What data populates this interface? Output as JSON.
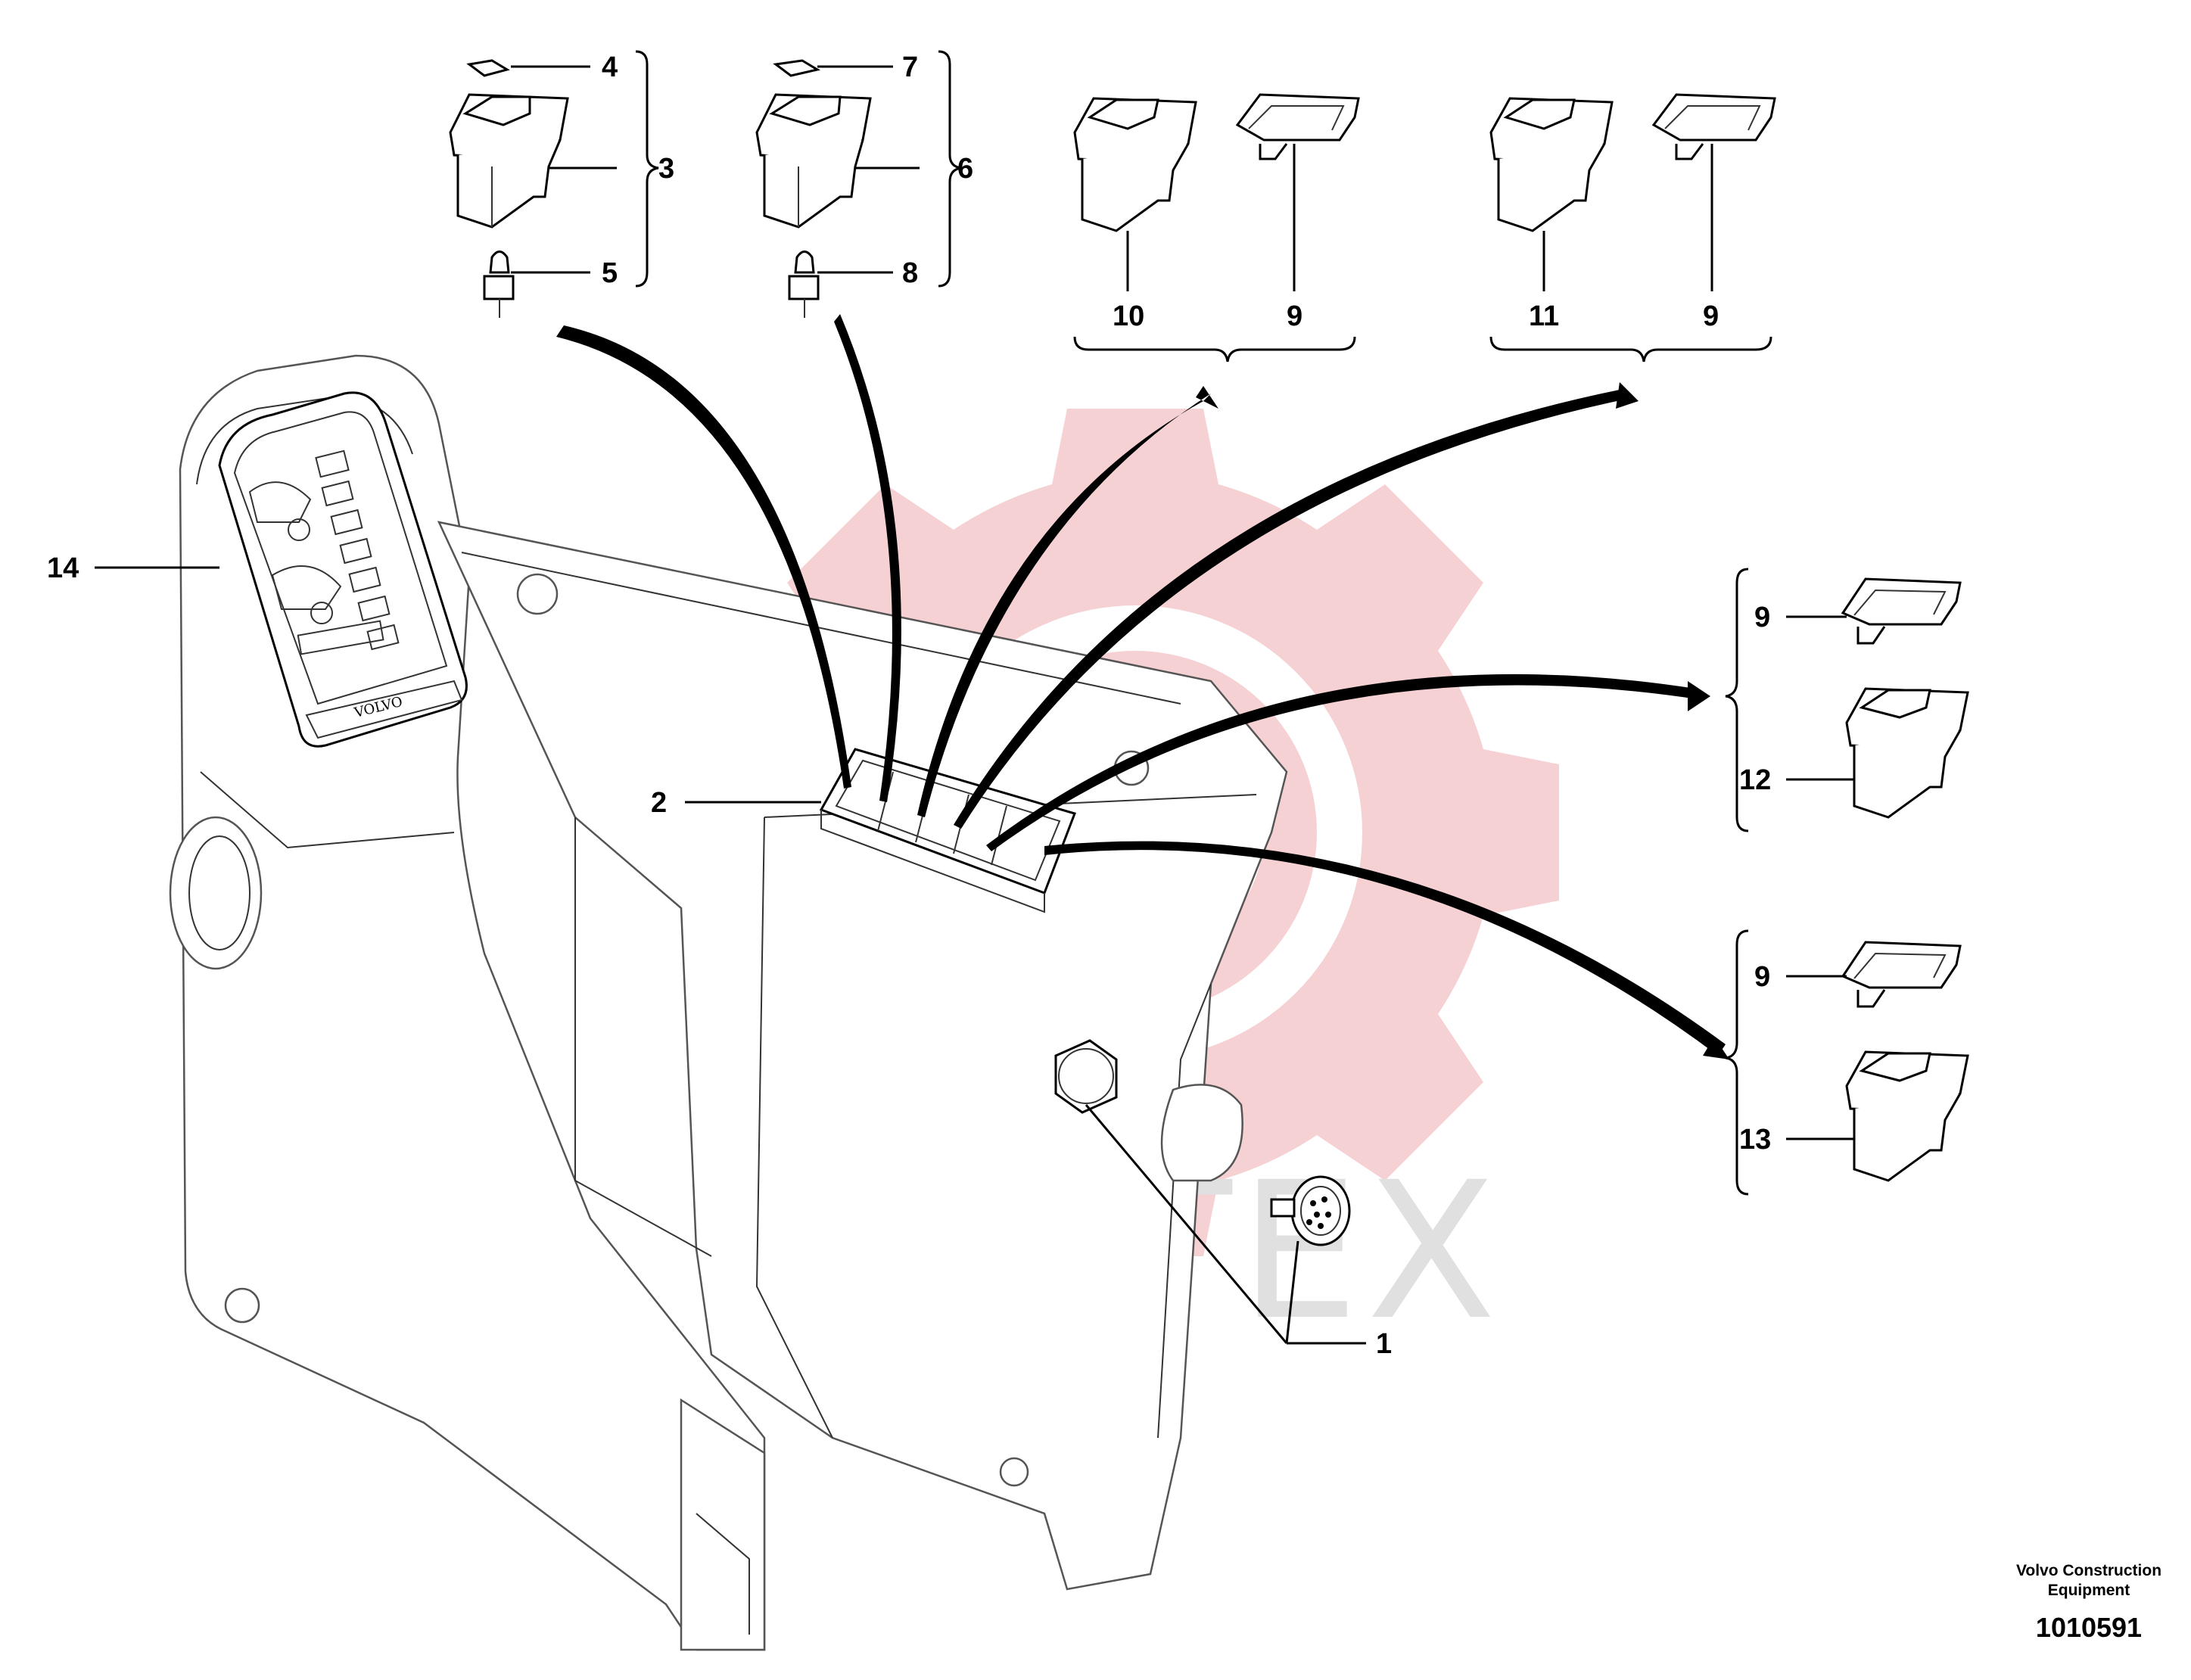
{
  "diagram": {
    "callouts": [
      {
        "id": "1",
        "text": "1"
      },
      {
        "id": "2",
        "text": "2"
      },
      {
        "id": "3",
        "text": "3"
      },
      {
        "id": "4",
        "text": "4"
      },
      {
        "id": "5",
        "text": "5"
      },
      {
        "id": "6",
        "text": "6"
      },
      {
        "id": "7",
        "text": "7"
      },
      {
        "id": "8",
        "text": "8"
      },
      {
        "id": "9a",
        "text": "9"
      },
      {
        "id": "9b",
        "text": "9"
      },
      {
        "id": "9c",
        "text": "9"
      },
      {
        "id": "9d",
        "text": "9"
      },
      {
        "id": "10",
        "text": "10"
      },
      {
        "id": "11",
        "text": "11"
      },
      {
        "id": "12",
        "text": "12"
      },
      {
        "id": "13",
        "text": "13"
      },
      {
        "id": "14",
        "text": "14"
      }
    ],
    "brand_logo_text": "VOLVO",
    "watermark_text": "ИНТЕХ",
    "watermark_color": "#f5c9cc",
    "footer": {
      "line1": "Volvo Construction",
      "line2": "Equipment",
      "drawing_number": "1010591"
    }
  }
}
